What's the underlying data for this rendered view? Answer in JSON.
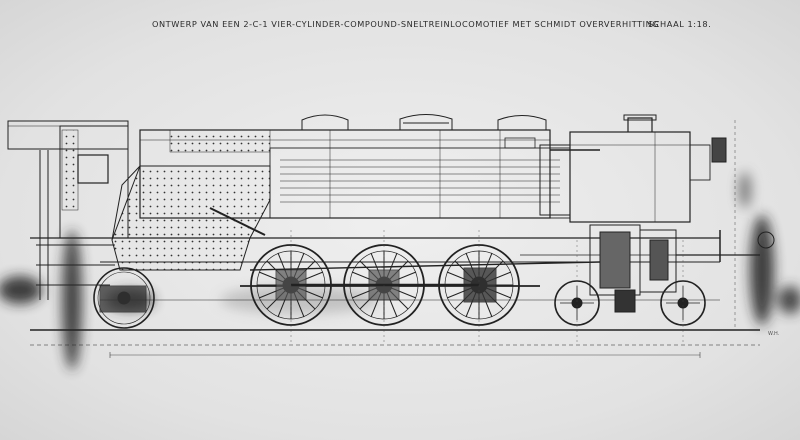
{
  "drawing": {
    "title": "ONTWERP VAN EEN 2-C-1 VIER-CYLINDER-COMPOUND-SNELTREINLOCOMOTIEF MET SCHMIDT OVERVERHITTING",
    "scale": "SCHAAL 1:18.",
    "stamp": "W.H.",
    "colors": {
      "paper": "#e6e6e6",
      "ink": "#222222",
      "shadow": "#1a1a1a"
    }
  }
}
